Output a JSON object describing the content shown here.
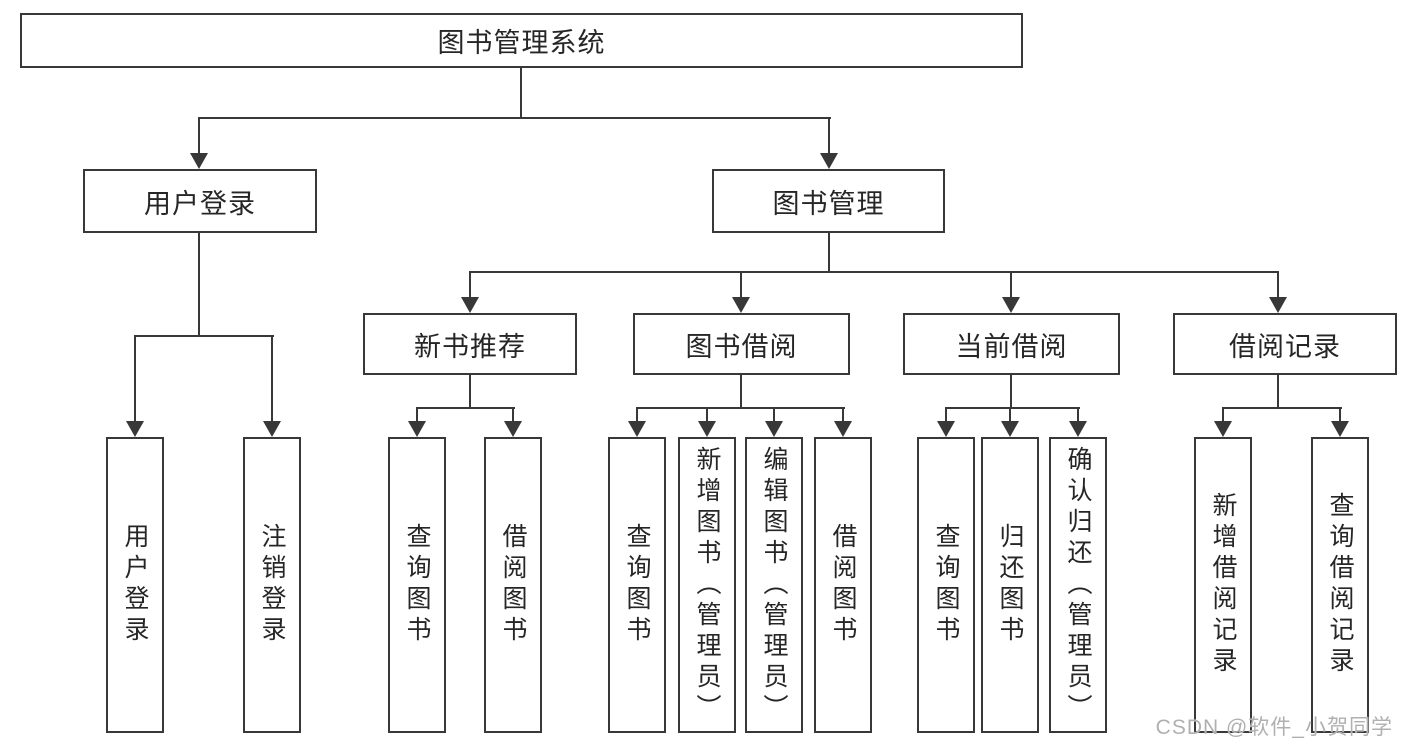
{
  "diagram": {
    "root": {
      "label": "图书管理系统"
    },
    "level2": [
      {
        "label": "用户登录",
        "children": [
          "用户登录",
          "注销登录"
        ]
      },
      {
        "label": "图书管理"
      }
    ],
    "level3": [
      {
        "label": "新书推荐",
        "children": [
          "查询图书",
          "借阅图书"
        ]
      },
      {
        "label": "图书借阅",
        "children": [
          "查询图书",
          "新增图书（管理员）",
          "编辑图书（管理员）",
          "借阅图书"
        ]
      },
      {
        "label": "当前借阅",
        "children": [
          "查询图书",
          "归还图书",
          "确认归还（管理员）"
        ]
      },
      {
        "label": "借阅记录",
        "children": [
          "新增借阅记录",
          "查询借阅记录"
        ]
      }
    ],
    "watermark": "CSDN @软件_小贺同学",
    "colors": {
      "line": "#383838",
      "box_border": "#383838",
      "box_fill": "#ffffff",
      "text": "#262626",
      "watermark": "#b0b0b0",
      "background": "#ffffff"
    }
  }
}
